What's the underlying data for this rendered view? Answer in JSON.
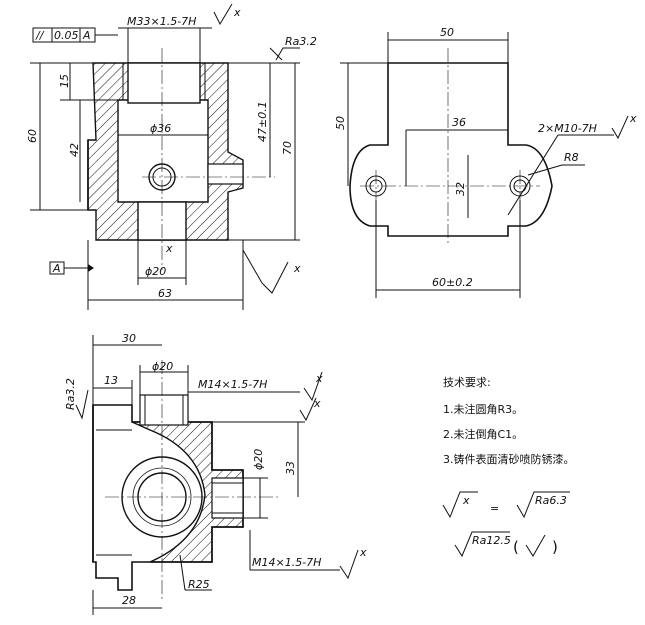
{
  "front_view": {
    "tolerance_frame": [
      "//",
      "0.05",
      "A"
    ],
    "thread_top": "M33×1.5-7H",
    "roughness_x": "x",
    "ra_top": "Ra3.2",
    "dim_15": "15",
    "dim_60": "60",
    "dim_42": "42",
    "dim_phi36": "ϕ36",
    "dim_47": "47±0.1",
    "dim_70": "70",
    "datum_a": "A",
    "dim_phi20": "ϕ20",
    "dim_63": "63",
    "roughness_x_bottom": "x",
    "hole_x": "x"
  },
  "side_view": {
    "dim_50_top": "50",
    "dim_50_left": "50",
    "dim_36": "36",
    "thread": "2×M10-7H",
    "roughness_x": "x",
    "radius": "R8",
    "dim_32": "32",
    "dim_60": "60±0.2"
  },
  "top_view": {
    "dim_30": "30",
    "dim_13": "13",
    "dim_phi20": "ϕ20",
    "thread_top": "M14×1.5-7H",
    "roughness_x1": "x",
    "ra_left": "Ra3.2",
    "roughness_x2": "x",
    "dim_phi20_right": "ϕ20",
    "dim_33": "33",
    "thread_bottom": "M14×1.5-7H",
    "roughness_x3": "x",
    "radius": "R25",
    "dim_28": "28"
  },
  "notes": {
    "title": "技术要求:",
    "items": [
      "1.未注圆角R3。",
      "2.未注倒角C1。",
      "3.铸件表面清砂喷防锈漆。"
    ],
    "legend_x": "x",
    "legend_eq": "=",
    "legend_ra1": "Ra6.3",
    "legend_ra2": "Ra12.5",
    "legend_paren_open": "(",
    "legend_paren_close": ")"
  }
}
